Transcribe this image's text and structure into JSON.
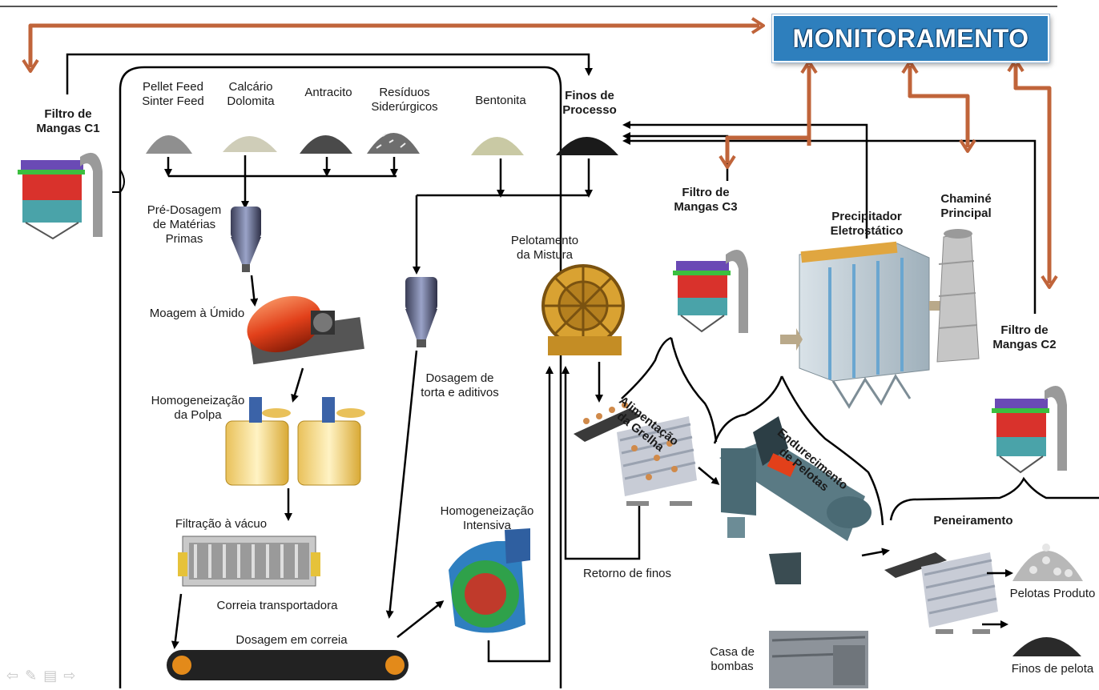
{
  "title": "MONITORAMENTO",
  "colors": {
    "monitor_fill": "#2e7fbd",
    "monitor_arrow": "#c0643a",
    "flow_arrow": "#000000",
    "outer_frame": "#000000"
  },
  "materials": [
    {
      "label": "Pellet Feed\nSinter Feed",
      "icon": "ore-pile-icon"
    },
    {
      "label": "Calcário\nDolomita",
      "icon": "limestone-pile-icon"
    },
    {
      "label": "Antracito",
      "icon": "anthracite-pile-icon"
    },
    {
      "label": "Resíduos\nSiderúrgicos",
      "icon": "residue-pile-icon"
    },
    {
      "label": "Bentonita",
      "icon": "bentonite-pile-icon"
    }
  ],
  "labels": {
    "finos_processo": "Finos de\nProcesso",
    "filtro_c1": "Filtro de\nMangas C1",
    "filtro_c2": "Filtro de\nMangas C2",
    "filtro_c3": "Filtro de\nMangas C3",
    "precipitador": "Precipitador\nEletrostático",
    "chamine": "Chaminé\nPrincipal",
    "pre_dosagem": "Pré-Dosagem\nde Matérias\nPrimas",
    "moagem": "Moagem à Úmido",
    "homog_polpa": "Homogeneização\nda Polpa",
    "filtracao": "Filtração à vácuo",
    "correia": "Correia transportadora",
    "dosagem_correia": "Dosagem em correia",
    "dosagem_torta": "Dosagem de\ntorta e aditivos",
    "homog_intensiva": "Homogeneização\nIntensiva",
    "pelotamento": "Pelotamento\nda Mistura",
    "retorno_finos": "Retorno de finos",
    "alimentacao": "Alimentação\nda Grelha",
    "endurecimento": "Endurecimento\nde Pelotas",
    "peneiramento": "Peneiramento",
    "pelotas_produto": "Pelotas Produto",
    "finos_pelota": "Finos de pelota",
    "casa_bombas": "Casa de\nbombas"
  }
}
